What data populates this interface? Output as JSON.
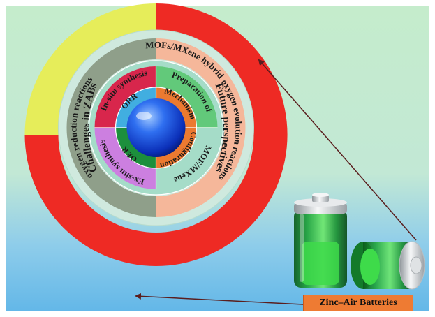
{
  "diagram": {
    "outer_ring": {
      "left_label": "Challenges in ZABs",
      "right_label": "Future perspectives"
    },
    "middle_ring": {
      "left_label": "oxygen reduction reactions",
      "right_top_label": "MOFs/MXene hybrid",
      "right_bottom_label": "oxygen evolution reactions"
    },
    "inner_ring": {
      "top_left_label": "In-situ synthesis",
      "bottom_left_label": "Ex-situ synthesis",
      "top_right_label": "Preparation of",
      "bottom_right_label": "MOF/MXene"
    },
    "core_ring": {
      "top_left_label": "ORR",
      "bottom_left_label": "OER",
      "top_right_label": "Mechanism",
      "bottom_right_label": "Configuration"
    },
    "battery_label": "Zinc–Air Batteries",
    "colors": {
      "outer_red": "#ee2a24",
      "outer_yellow": "#e6ed5a",
      "middle_left": "#8f9f8a",
      "middle_right": "#f5b79a",
      "inner_teal": "#a5dcc8",
      "crimson": "#d8264c",
      "light_green": "#62c97a",
      "violet": "#cc7fe0",
      "sky_blue": "#41aee0",
      "orange": "#ec7a30",
      "dark_green": "#1c8f3c",
      "arrow": "#5a1e1e",
      "label_box": "#ee7b33"
    }
  }
}
